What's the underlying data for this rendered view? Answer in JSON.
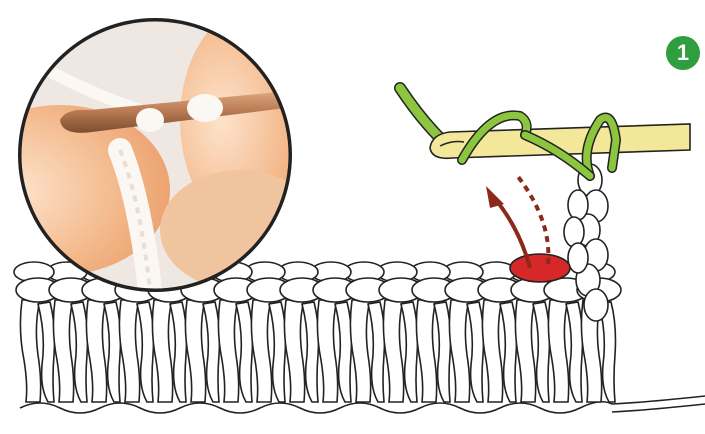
{
  "step": {
    "number": "1"
  },
  "colors": {
    "background": "#ffffff",
    "stitch_fill": "#ffffff",
    "stitch_outline": "#222222",
    "hook": "#f3e79a",
    "working_yarn": "#8cc63f",
    "target_stitch": "#d62828",
    "arrow": "#8b2a1a",
    "badge": "#2e9e3e",
    "photo_skin": "#f0b48a",
    "photo_hook": "#b07a52"
  },
  "icons": {
    "inset_photo": "crochet-hook-photo",
    "hook": "crochet-hook",
    "arrow": "curved-arrow-up"
  }
}
